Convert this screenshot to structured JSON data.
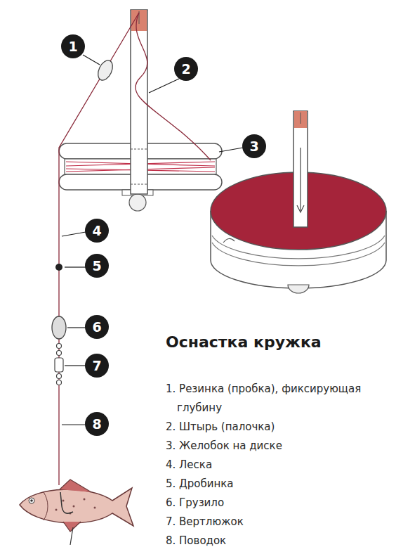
{
  "diagram": {
    "title": "Оснастка кружка",
    "nodes": [
      {
        "text": [
          "1"
        ]
      },
      {
        "text": [
          "2"
        ]
      },
      {
        "text": [
          "3"
        ]
      },
      {
        "text": [
          "4"
        ]
      },
      {
        "text": [
          "5"
        ]
      },
      {
        "text": [
          "6"
        ]
      },
      {
        "text": [
          "7"
        ]
      },
      {
        "text": [
          "8"
        ]
      }
    ],
    "labels": [
      "1. Резинка (пробка), фиксирующая глубину",
      "2. Штырь (палочка)",
      "3. Желобок на диске",
      "4. Леска",
      "5. Дробинка",
      "6. Грузило",
      "7. Вертлюжок",
      "8. Поводок"
    ]
  }
}
